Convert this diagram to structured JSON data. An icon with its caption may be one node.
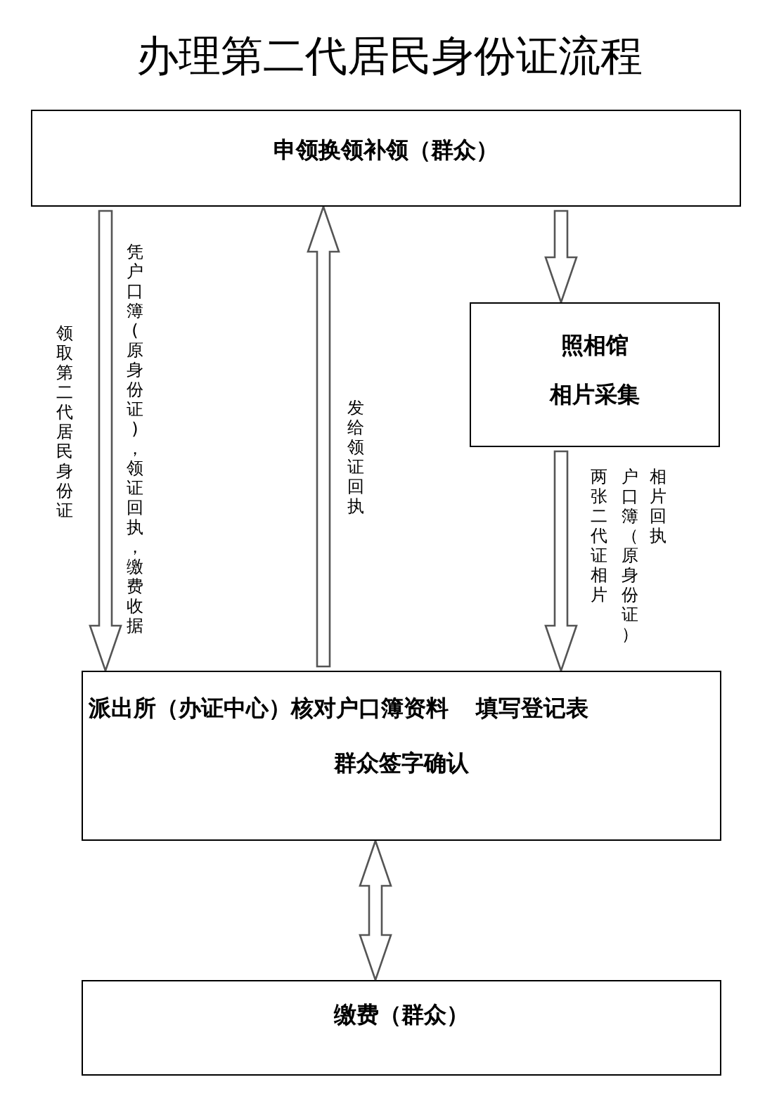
{
  "diagram": {
    "title": "办理第二代居民身份证流程",
    "nodes": [
      {
        "text": [
          "申领换领补领（群众）"
        ]
      },
      {
        "text": [
          "照相馆",
          "相片采集"
        ]
      },
      {
        "text": [
          "派出所（办证中心）核对户口簿资料 填写登记表",
          "群众签字确认"
        ]
      },
      {
        "text": [
          "缴费（群众）"
        ]
      }
    ],
    "edges": [
      {
        "from": 0,
        "to": 2,
        "arrow": "to",
        "label": "凭户口簿(原身份证)，领证回执，缴费收据"
      },
      {
        "from": 2,
        "to": 0,
        "arrow": "to",
        "label": "发给领证回执"
      },
      {
        "from": 0,
        "to": 1,
        "arrow": "to"
      },
      {
        "from": 1,
        "to": 2,
        "arrow": "to"
      },
      {
        "from": 2,
        "to": 3,
        "arrow": "both"
      }
    ],
    "labels": [
      "领取第二代居民身份证",
      "相片回执",
      "户口簿（原身份证）",
      "两张二代证相片"
    ]
  }
}
